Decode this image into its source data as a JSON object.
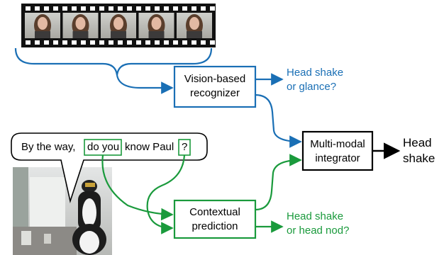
{
  "nodes": {
    "vision": {
      "line1": "Vision-based",
      "line2": "recognizer"
    },
    "contextual": {
      "line1": "Contextual",
      "line2": "prediction"
    },
    "integrator": {
      "line1": "Multi-modal",
      "line2": "integrator"
    }
  },
  "outputs": {
    "vision_out": {
      "line1": "Head shake",
      "line2": "or glance?"
    },
    "context_out": {
      "line1": "Head shake",
      "line2": "or head nod?"
    },
    "final": {
      "line1": "Head",
      "line2": "shake"
    }
  },
  "speech": {
    "part1": "By the way,",
    "part2": "do you",
    "part3": "know Paul",
    "part4": "?"
  },
  "film_frames": 5,
  "colors": {
    "blue": "#1a6fb5",
    "green": "#1a9a3c",
    "black": "#000000"
  }
}
